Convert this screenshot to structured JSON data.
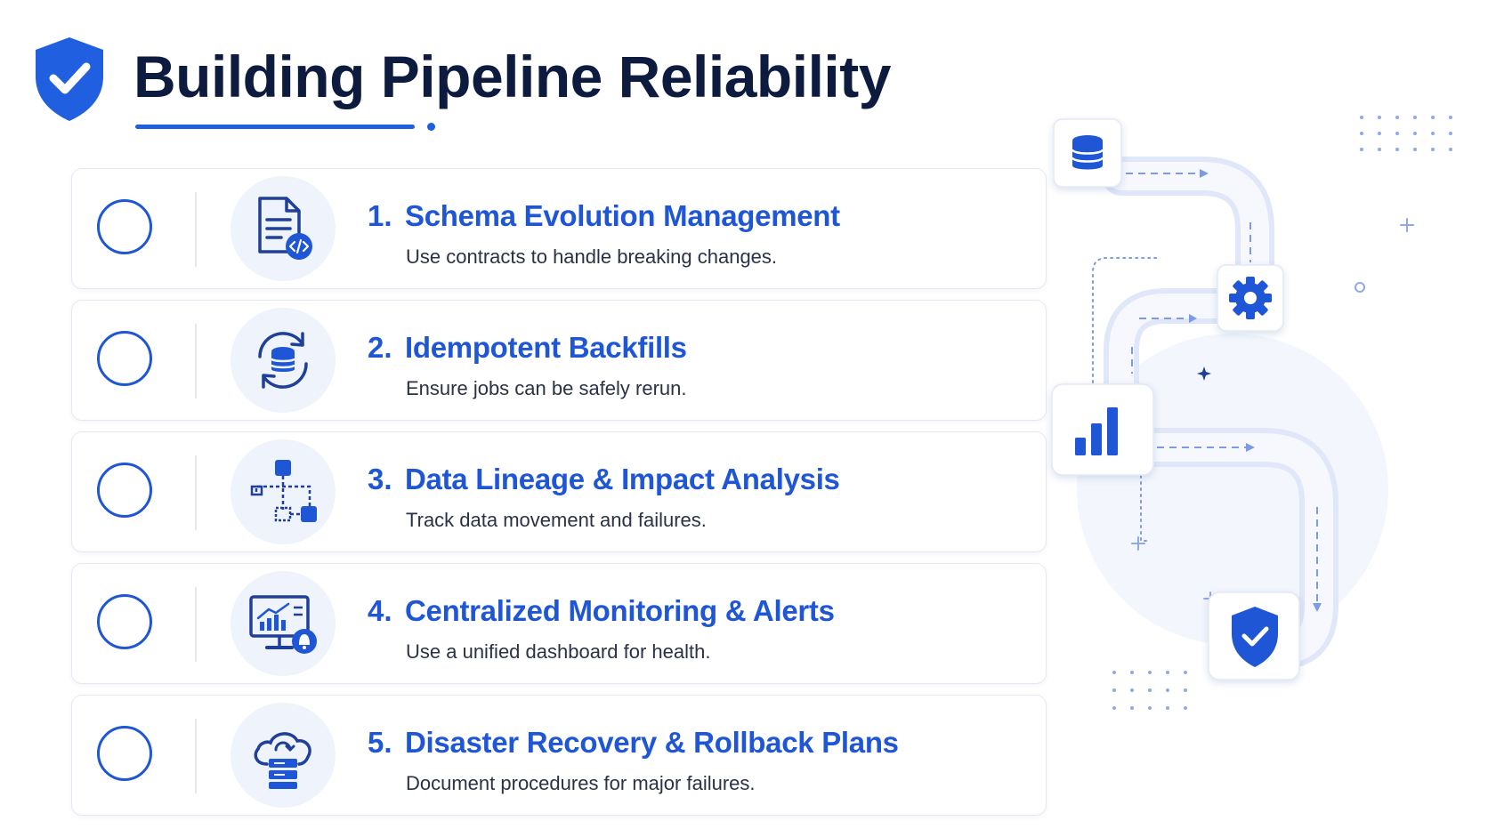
{
  "header": {
    "title": "Building Pipeline Reliability",
    "logo_icon": "shield-check-icon"
  },
  "colors": {
    "accent": "#1f56d6",
    "title": "#0d1b3e",
    "text": "#2b3245",
    "card_border": "#e3e8f2",
    "icon_bg": "#eef3fc"
  },
  "steps": [
    {
      "number": "1.",
      "title": "Schema Evolution Management",
      "description": "Use contracts to handle breaking changes.",
      "icon": "document-code-icon",
      "checked": false
    },
    {
      "number": "2.",
      "title": "Idempotent Backfills",
      "description": "Ensure jobs can be safely rerun.",
      "icon": "database-sync-icon",
      "checked": false
    },
    {
      "number": "3.",
      "title": "Data Lineage & Impact Analysis",
      "description": "Track data movement and failures.",
      "icon": "lineage-graph-icon",
      "checked": false
    },
    {
      "number": "4.",
      "title": "Centralized Monitoring & Alerts",
      "description": "Use a unified dashboard for health.",
      "icon": "monitor-alert-icon",
      "checked": false
    },
    {
      "number": "5.",
      "title": "Disaster Recovery & Rollback Plans",
      "description": "Document procedures for major failures.",
      "icon": "cloud-backup-icon",
      "checked": false
    }
  ],
  "pipeline": {
    "nodes": [
      "database-icon",
      "gear-icon",
      "bar-chart-icon",
      "shield-check-icon"
    ]
  }
}
